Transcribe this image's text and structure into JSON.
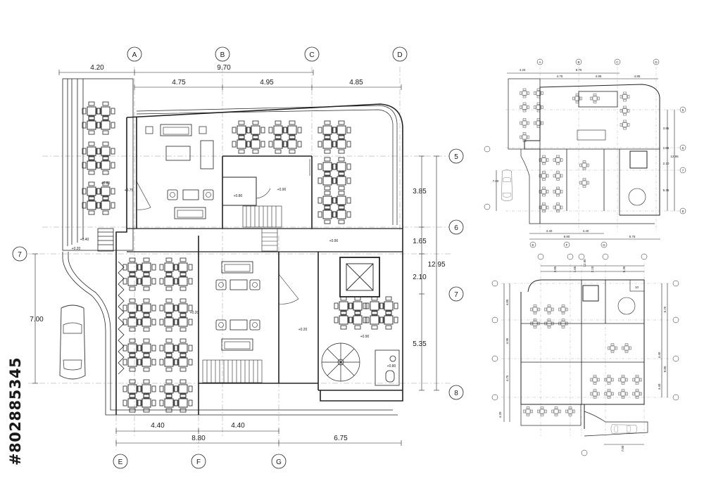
{
  "watermark": "#802885345",
  "main_plan": {
    "grid_top": [
      "A",
      "B",
      "C",
      "D"
    ],
    "grid_bottom": [
      "E",
      "F",
      "G"
    ],
    "grid_right": [
      "5",
      "6",
      "7",
      "8"
    ],
    "grid_left": [
      "7"
    ],
    "dims_top_overall": [
      "4.20",
      "9.70"
    ],
    "dims_top_bays": [
      "4.75",
      "4.95",
      "4.85"
    ],
    "dims_right": [
      "3.85",
      "1.65",
      "2.10",
      "5.35"
    ],
    "dim_right_total": "12.95",
    "dim_left": "7.00",
    "dims_bottom_bays": [
      "4.40",
      "4.40"
    ],
    "dims_bottom_overall": [
      "8.80",
      "6.75"
    ],
    "levels": [
      "+0.60",
      "+0.75",
      "+0.40",
      "+0.20",
      "+0.80",
      "+0.90",
      "+0.90",
      "+0.20",
      "+0.20",
      "+0.90",
      "+0.80"
    ]
  },
  "small_plan_1": {
    "dims_top": [
      "4.20",
      "9.70",
      "4.75",
      "4.95",
      "4.85"
    ],
    "dims_right": [
      "3.85",
      "1.65",
      "12.95",
      "2.10",
      "5.35"
    ],
    "dim_left": "7.00",
    "dims_bottom": [
      "4.40",
      "4.40",
      "8.80",
      "6.75"
    ],
    "grid_top": [
      "A",
      "B",
      "C",
      "D"
    ],
    "grid_bottom": [
      "E",
      "F",
      "G"
    ],
    "grid_right": [
      "5",
      "6",
      "7",
      "8"
    ]
  },
  "small_plan_2": {
    "dims_top": [
      "3.85",
      "1.65",
      "2.10",
      "5.35",
      "12.95"
    ],
    "dims_left": [
      "4.85",
      "4.95",
      "4.75",
      "4.20"
    ],
    "dims_right": [
      "6.75",
      "4.40",
      "8.80",
      "4.40"
    ],
    "dim_bottom": "7.00",
    "room_tag": "10"
  }
}
